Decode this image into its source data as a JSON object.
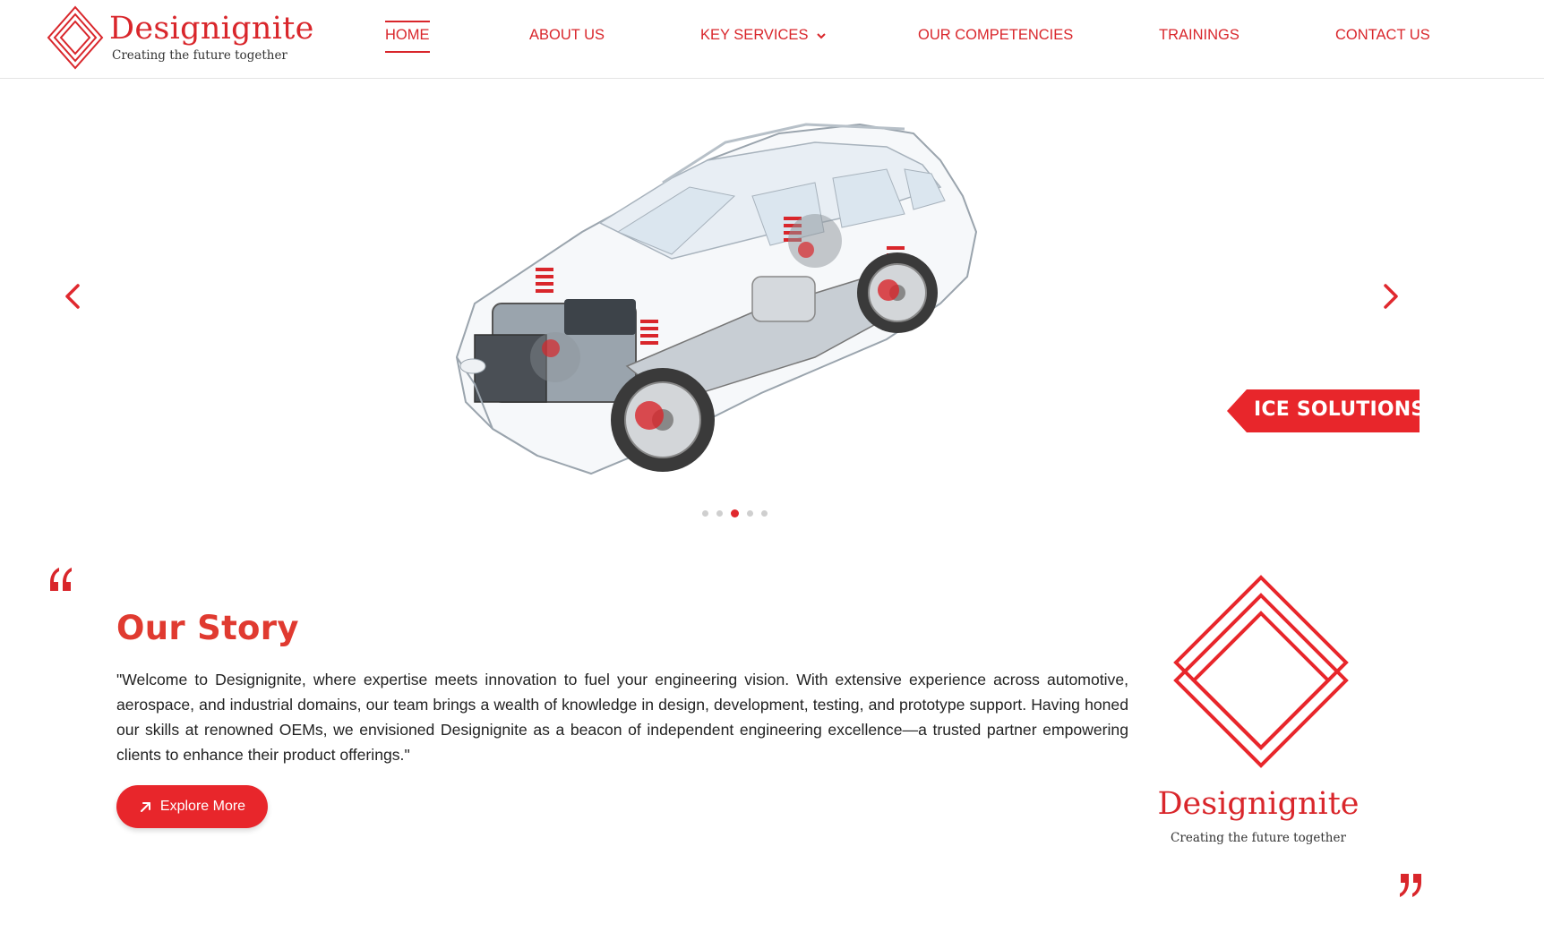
{
  "brand": {
    "name": "Designignite",
    "tagline": "Creating the future together",
    "accent_color": "#d9262b"
  },
  "nav": {
    "items": [
      {
        "label": "HOME",
        "active": true
      },
      {
        "label": "ABOUT US"
      },
      {
        "label": "KEY SERVICES",
        "has_dropdown": true
      },
      {
        "label": "OUR COMPETENCIES"
      },
      {
        "label": "TRAININGS"
      },
      {
        "label": "CONTACT US"
      }
    ]
  },
  "slider": {
    "prev_icon": "chevron-left-icon",
    "next_icon": "chevron-right-icon",
    "slide_image": "car-cutaway-illustration",
    "slide_tag": "ICE SOLUTIONS",
    "dots_count": 5,
    "active_dot": 3
  },
  "story": {
    "title": "Our Story",
    "text": "\"Welcome to Designignite, where expertise meets innovation to fuel your engineering vision. With extensive experience across automotive, aerospace, and industrial domains, our team brings a wealth of knowledge in design, development, testing, and prototype support. Having honed our skills at renowned OEMs, we envisioned Designignite as a beacon of independent engineering excellence—a trusted partner empowering clients to enhance their product offerings.\"",
    "button_label": "Explore More",
    "button_icon": "arrow-up-right-icon"
  }
}
